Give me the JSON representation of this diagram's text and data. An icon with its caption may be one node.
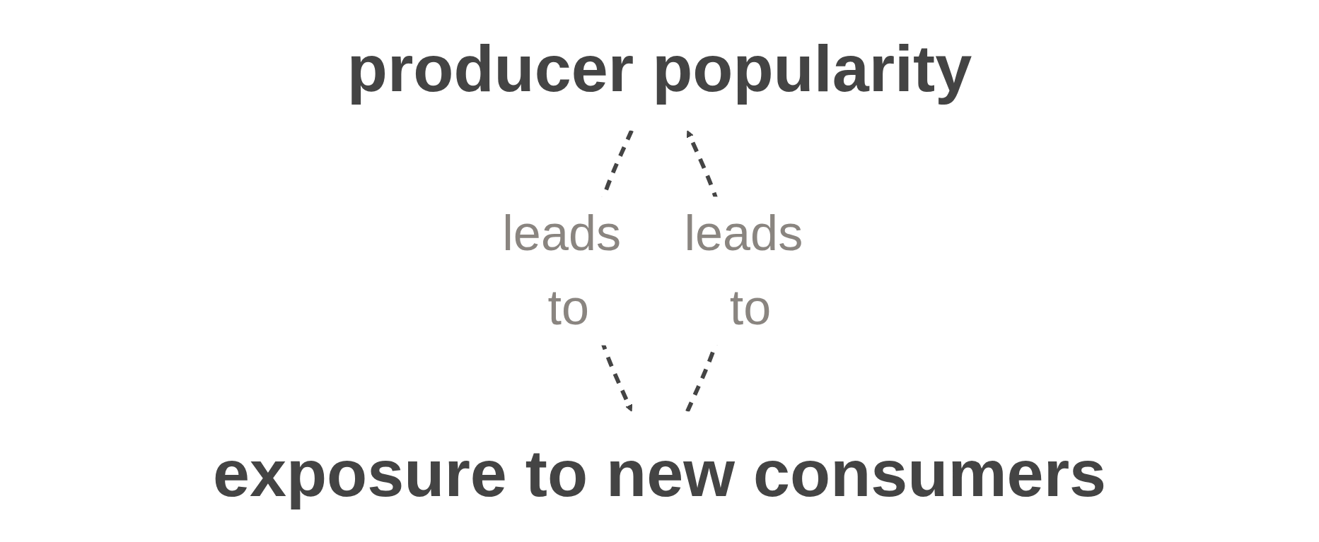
{
  "diagram": {
    "nodes": [
      {
        "text": [
          "producer popularity"
        ]
      },
      {
        "text": [
          "exposure to new consumers"
        ]
      }
    ],
    "edges": [
      {
        "from": 0,
        "to": 1,
        "arrow": "to",
        "style": "dashed",
        "label": "leads to"
      },
      {
        "from": 1,
        "to": 0,
        "arrow": "to",
        "style": "dashed",
        "label": "leads to"
      }
    ]
  }
}
